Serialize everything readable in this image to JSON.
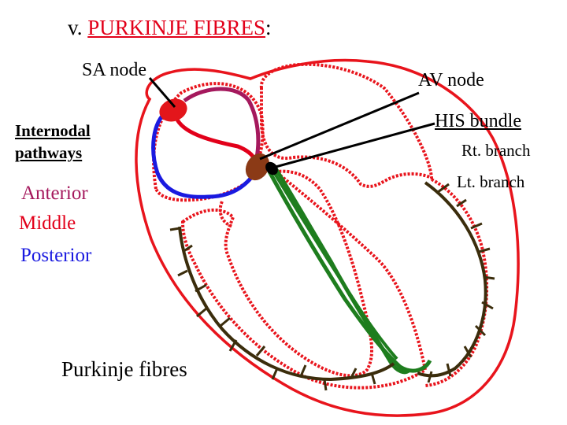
{
  "title": {
    "prefix": "v. ",
    "main": "PURKINJE FIBRES",
    "suffix": ":"
  },
  "labels": {
    "sa_node": "SA node",
    "av_node": "AV node",
    "his_bundle": "HIS bundle",
    "rt_branch": "Rt. branch",
    "lt_branch": "Lt. branch",
    "internodal": "Internodal pathways",
    "anterior": "Anterior",
    "middle": "Middle",
    "posterior": "Posterior",
    "purkinje": "Purkinje fibres"
  },
  "colors": {
    "wall": "#e8141c",
    "anterior": "#a5195d",
    "middle": "#e2001a",
    "posterior": "#1a1ae0",
    "bundle": "#1e7d1e",
    "fibres": "#3b2d0c",
    "sa_node": "#e3161b",
    "av_node": "#8b3a16",
    "pointer": "#000000"
  }
}
